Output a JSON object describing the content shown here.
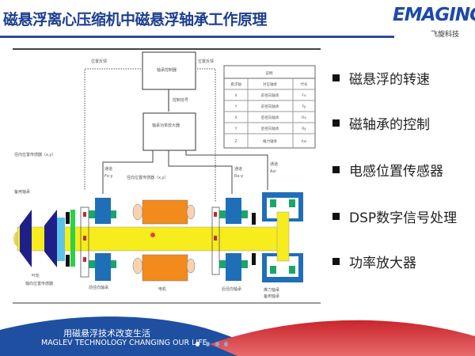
{
  "header": {
    "title": "磁悬浮离心压缩机中磁悬浮轴承工作原理",
    "logo": "EMAGING",
    "logo_sub": "飞旋科技"
  },
  "diagram": {
    "position_feedback_left": "位置反馈",
    "position_feedback_right": "位置反馈",
    "controller": "轴承控制器",
    "control_signal": "控制信号",
    "amplifier": "轴承功率放大器",
    "radial_sensor_front": "径向位置传感器（x,y）",
    "radial_sensor_rear": "径向位置传感器（x,y）",
    "backup_bearing_front": "备用轴承",
    "impeller": "叶轮",
    "axial_sensor": "轴向位置传感器",
    "front_radial_bearing": "前径向轴承",
    "motor": "电机",
    "rear_radial_bearing": "后径向轴承",
    "thrust_bearing": "推力轴承",
    "backup_bearing_rear": "备用轴承",
    "channel_front": "通道",
    "channel_front_code": "Fx-y",
    "channel_rear": "通道",
    "channel_rear_code": "Rx-y",
    "channel_axial": "通道",
    "channel_axial_code": "Axi",
    "table": {
      "title": "说明",
      "headers": [
        "悬浮轴",
        "对应轴承",
        "代号"
      ],
      "rows": [
        [
          "X",
          "前径向轴承",
          "Fx"
        ],
        [
          "Y",
          "前径向轴承",
          "Fy"
        ],
        [
          "X",
          "后径向轴承",
          "Rx"
        ],
        [
          "Y",
          "后径向轴承",
          "Ry"
        ],
        [
          "Z",
          "推力轴承",
          "Axi"
        ]
      ]
    }
  },
  "bullets": [
    "磁悬浮的转速",
    "磁轴承的控制",
    "电感位置传感器",
    "DSP数字信号处理",
    "功率放大器"
  ],
  "footer": {
    "slogan_cn": "用磁悬浮技术改变生活",
    "slogan_en": "MAGLEV TECHNOLOGY CHANGING OUR LIFE",
    "active_page": 1,
    "page_count": 4
  },
  "colors": {
    "title": "#1d3f8f",
    "shaft": "#f7ec1c",
    "bearing": "#1f6fb8",
    "coil": "#1aa66a",
    "motor": "#f28a1c",
    "footer_blue": "#1f4fa0",
    "footer_red": "#d42f34"
  }
}
